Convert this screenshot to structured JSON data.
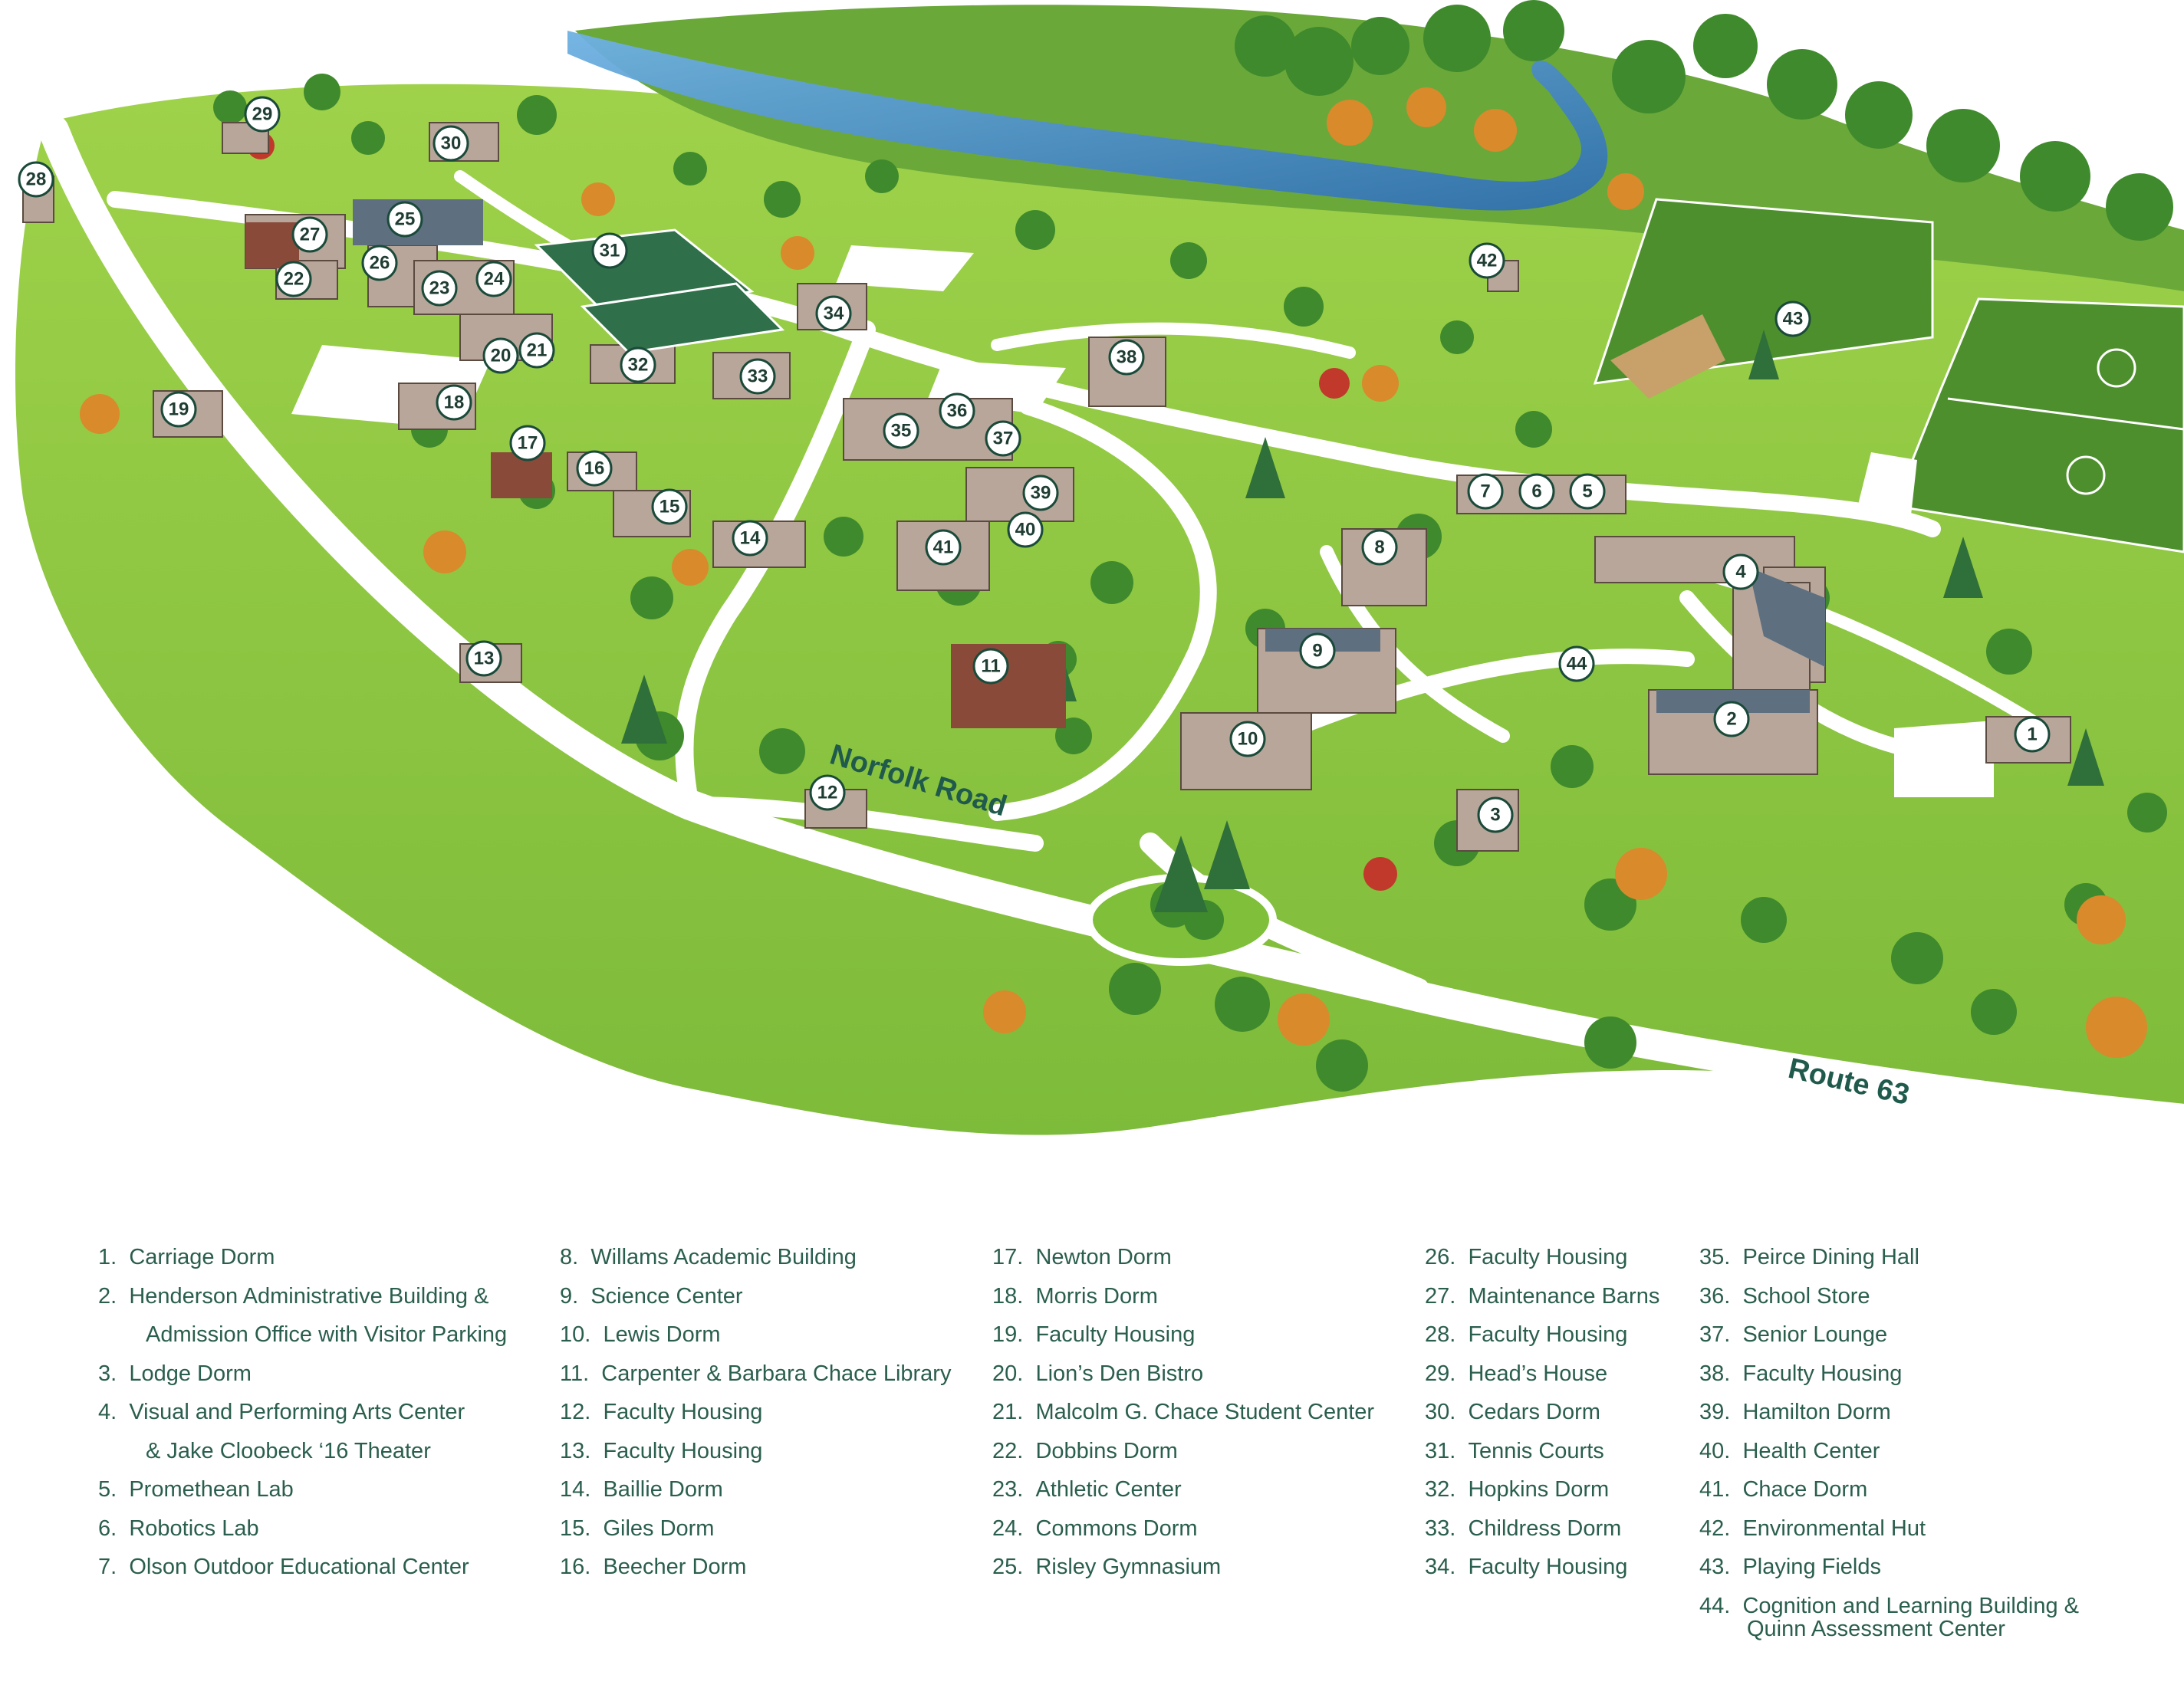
{
  "map": {
    "road_labels": {
      "norfolk": "Norfolk Road",
      "route63": "Route 63"
    },
    "markers": [
      {
        "n": "1"
      },
      {
        "n": "2"
      },
      {
        "n": "3"
      },
      {
        "n": "4"
      },
      {
        "n": "5"
      },
      {
        "n": "6"
      },
      {
        "n": "7"
      },
      {
        "n": "8"
      },
      {
        "n": "9"
      },
      {
        "n": "10"
      },
      {
        "n": "11"
      },
      {
        "n": "12"
      },
      {
        "n": "13"
      },
      {
        "n": "14"
      },
      {
        "n": "15"
      },
      {
        "n": "16"
      },
      {
        "n": "17"
      },
      {
        "n": "18"
      },
      {
        "n": "19"
      },
      {
        "n": "20"
      },
      {
        "n": "21"
      },
      {
        "n": "22"
      },
      {
        "n": "23"
      },
      {
        "n": "24"
      },
      {
        "n": "25"
      },
      {
        "n": "26"
      },
      {
        "n": "27"
      },
      {
        "n": "28"
      },
      {
        "n": "29"
      },
      {
        "n": "30"
      },
      {
        "n": "31"
      },
      {
        "n": "32"
      },
      {
        "n": "33"
      },
      {
        "n": "34"
      },
      {
        "n": "35"
      },
      {
        "n": "36"
      },
      {
        "n": "37"
      },
      {
        "n": "38"
      },
      {
        "n": "39"
      },
      {
        "n": "40"
      },
      {
        "n": "41"
      },
      {
        "n": "42"
      },
      {
        "n": "43"
      },
      {
        "n": "44"
      }
    ],
    "colors": {
      "grass": "#8cc63f",
      "grass_dark": "#5a9e2f",
      "road": "#ffffff",
      "water": "#4a90c8",
      "building": "#8a6a5a",
      "marker_text": "#1f3d33",
      "legend_text": "#2a5e4e"
    }
  },
  "legend": {
    "columns": [
      [
        {
          "num": "1.",
          "text": "Carriage Dorm"
        },
        {
          "num": "2.",
          "text": "Henderson Administrative Building &",
          "text2": "Admission Office with Visitor Parking"
        },
        {
          "num": "3.",
          "text": "Lodge Dorm"
        },
        {
          "num": "4.",
          "text": "Visual and Performing Arts Center",
          "text2": "& Jake Cloobeck ‘16 Theater"
        },
        {
          "num": "5.",
          "text": "Promethean Lab"
        },
        {
          "num": "6.",
          "text": "Robotics Lab"
        },
        {
          "num": "7.",
          "text": "Olson Outdoor Educational Center"
        }
      ],
      [
        {
          "num": "8.",
          "text": "Willams Academic Building"
        },
        {
          "num": "9.",
          "text": "Science Center"
        },
        {
          "num": "10.",
          "text": "Lewis Dorm"
        },
        {
          "num": "11.",
          "text": "Carpenter & Barbara Chace Library"
        },
        {
          "num": "12.",
          "text": "Faculty Housing"
        },
        {
          "num": "13.",
          "text": "Faculty Housing"
        },
        {
          "num": "14.",
          "text": "Baillie Dorm"
        },
        {
          "num": "15.",
          "text": "Giles Dorm"
        },
        {
          "num": "16.",
          "text": "Beecher Dorm"
        }
      ],
      [
        {
          "num": "17.",
          "text": "Newton Dorm"
        },
        {
          "num": "18.",
          "text": "Morris Dorm"
        },
        {
          "num": "19.",
          "text": "Faculty Housing"
        },
        {
          "num": "20.",
          "text": "Lion’s Den Bistro"
        },
        {
          "num": "21.",
          "text": "Malcolm G. Chace Student Center"
        },
        {
          "num": "22.",
          "text": "Dobbins Dorm"
        },
        {
          "num": "23.",
          "text": "Athletic Center"
        },
        {
          "num": "24.",
          "text": "Commons Dorm"
        },
        {
          "num": "25.",
          "text": "Risley Gymnasium"
        }
      ],
      [
        {
          "num": "26.",
          "text": "Faculty Housing"
        },
        {
          "num": "27.",
          "text": "Maintenance Barns"
        },
        {
          "num": "28.",
          "text": "Faculty Housing"
        },
        {
          "num": "29.",
          "text": "Head’s House"
        },
        {
          "num": "30.",
          "text": "Cedars Dorm"
        },
        {
          "num": "31.",
          "text": "Tennis Courts"
        },
        {
          "num": "32.",
          "text": "Hopkins Dorm"
        },
        {
          "num": "33.",
          "text": "Childress Dorm"
        },
        {
          "num": "34.",
          "text": "Faculty Housing"
        }
      ],
      [
        {
          "num": "35.",
          "text": "Peirce Dining Hall"
        },
        {
          "num": "36.",
          "text": "School Store"
        },
        {
          "num": "37.",
          "text": "Senior Lounge"
        },
        {
          "num": "38.",
          "text": "Faculty Housing"
        },
        {
          "num": "39.",
          "text": "Hamilton Dorm"
        },
        {
          "num": "40.",
          "text": "Health Center"
        },
        {
          "num": "41.",
          "text": "Chace Dorm"
        },
        {
          "num": "42.",
          "text": "Environmental Hut"
        },
        {
          "num": "43.",
          "text": "Playing Fields"
        },
        {
          "num": "44.",
          "text": "Cognition and Learning Building &",
          "text2": "Quinn Assessment Center"
        }
      ]
    ]
  }
}
